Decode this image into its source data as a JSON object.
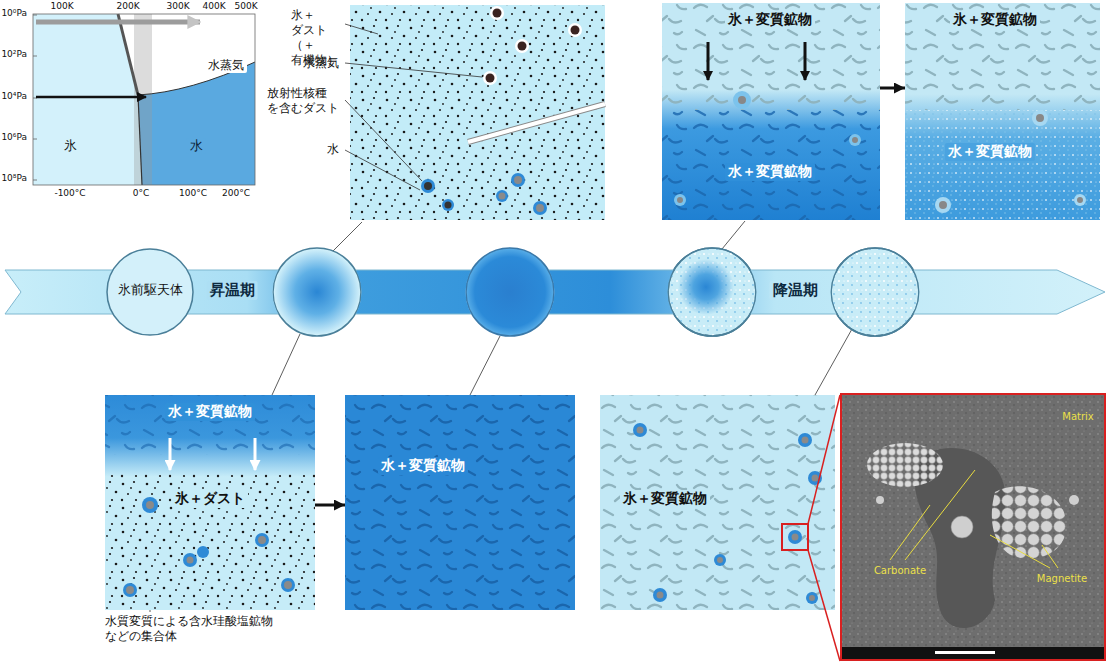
{
  "diagram": {
    "nodes": [
      {
        "text": [
          "氷＋変質鉱物",
          "水＋変質鉱物"
        ]
      },
      {
        "text": [
          "氷＋変質鉱物",
          "水＋変質鉱物"
        ]
      },
      {
        "text": [
          "昇温期",
          "降温期"
        ]
      },
      {
        "text": [
          "氷前駆天体"
        ]
      },
      {
        "text": [
          "水＋変質鉱物",
          "氷＋ダスト"
        ]
      },
      {
        "text": [
          "水＋変質鉱物"
        ]
      },
      {
        "text": [
          "氷＋変質鉱物"
        ]
      },
      {
        "text": [
          "Matrix",
          "Carbonate",
          "Magnetite"
        ]
      }
    ],
    "edges": [
      {
        "from": 0,
        "to": 1,
        "arrow": "to"
      },
      {
        "from": 4,
        "to": 5,
        "arrow": "to"
      }
    ],
    "labels": [
      "100K",
      "200K",
      "300K",
      "400K",
      "500K",
      "10⁰Pa",
      "10²Pa",
      "10⁴Pa",
      "10⁶Pa",
      "10⁸Pa",
      "水蒸気",
      "氷",
      "水",
      "-100°C",
      "0°C",
      "100°C",
      "200°C",
      "氷＋ダスト （＋有機物）",
      "水蒸気",
      "放射性核種 を含むダスト",
      "水",
      "水質変質による含水珪酸塩鉱物 などの集合体"
    ]
  }
}
